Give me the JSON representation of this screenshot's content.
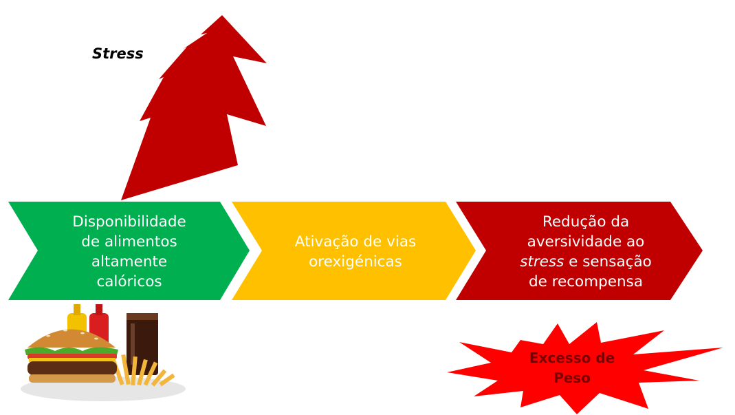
{
  "stress": {
    "label": "Stress",
    "bolt_color": "#c00000"
  },
  "steps": [
    {
      "lines": [
        "Disponibilidade",
        "de alimentos",
        "altamente",
        "calóricos"
      ],
      "color": "#00b050"
    },
    {
      "lines": [
        "Ativação de vias",
        "orexigénicas"
      ],
      "color": "#ffc000"
    },
    {
      "lines": [
        "Redução da",
        "aversividade ao",
        "stress e sensação",
        "de recompensa"
      ],
      "italic_prefix": "stress",
      "color": "#c00000"
    }
  ],
  "outcome": {
    "lines": [
      "Excesso de",
      "Peso"
    ],
    "color": "#ff0000",
    "text_color": "#7a0000"
  },
  "image": {
    "icon": "fast-food-icon",
    "items": [
      "burger",
      "fries",
      "cola",
      "ketchup",
      "mustard"
    ]
  }
}
